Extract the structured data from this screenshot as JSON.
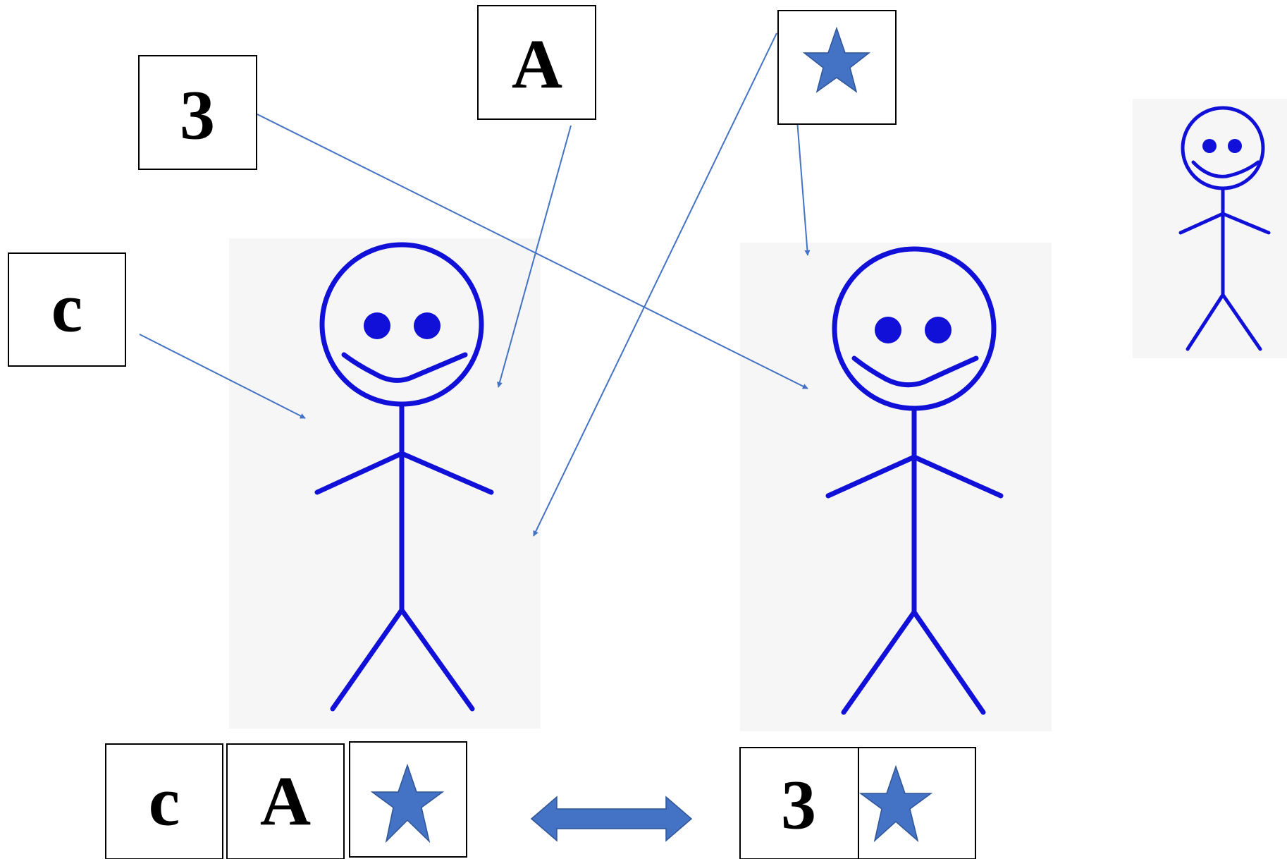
{
  "labels": {
    "three": "3",
    "a": "A",
    "c": "c"
  },
  "bottom_sets": {
    "left": [
      "c",
      "A",
      "star"
    ],
    "right": [
      "3",
      "star"
    ]
  },
  "colors": {
    "figure_blue": "#1010d8",
    "arrow_blue": "#4472c4",
    "star_blue": "#4472c4",
    "photo_background": "#f6f6f6",
    "box_border": "#000000"
  },
  "icons": {
    "star": "star-icon",
    "stick_figure": "stick-figure-icon",
    "double_arrow": "double-arrow-icon"
  }
}
